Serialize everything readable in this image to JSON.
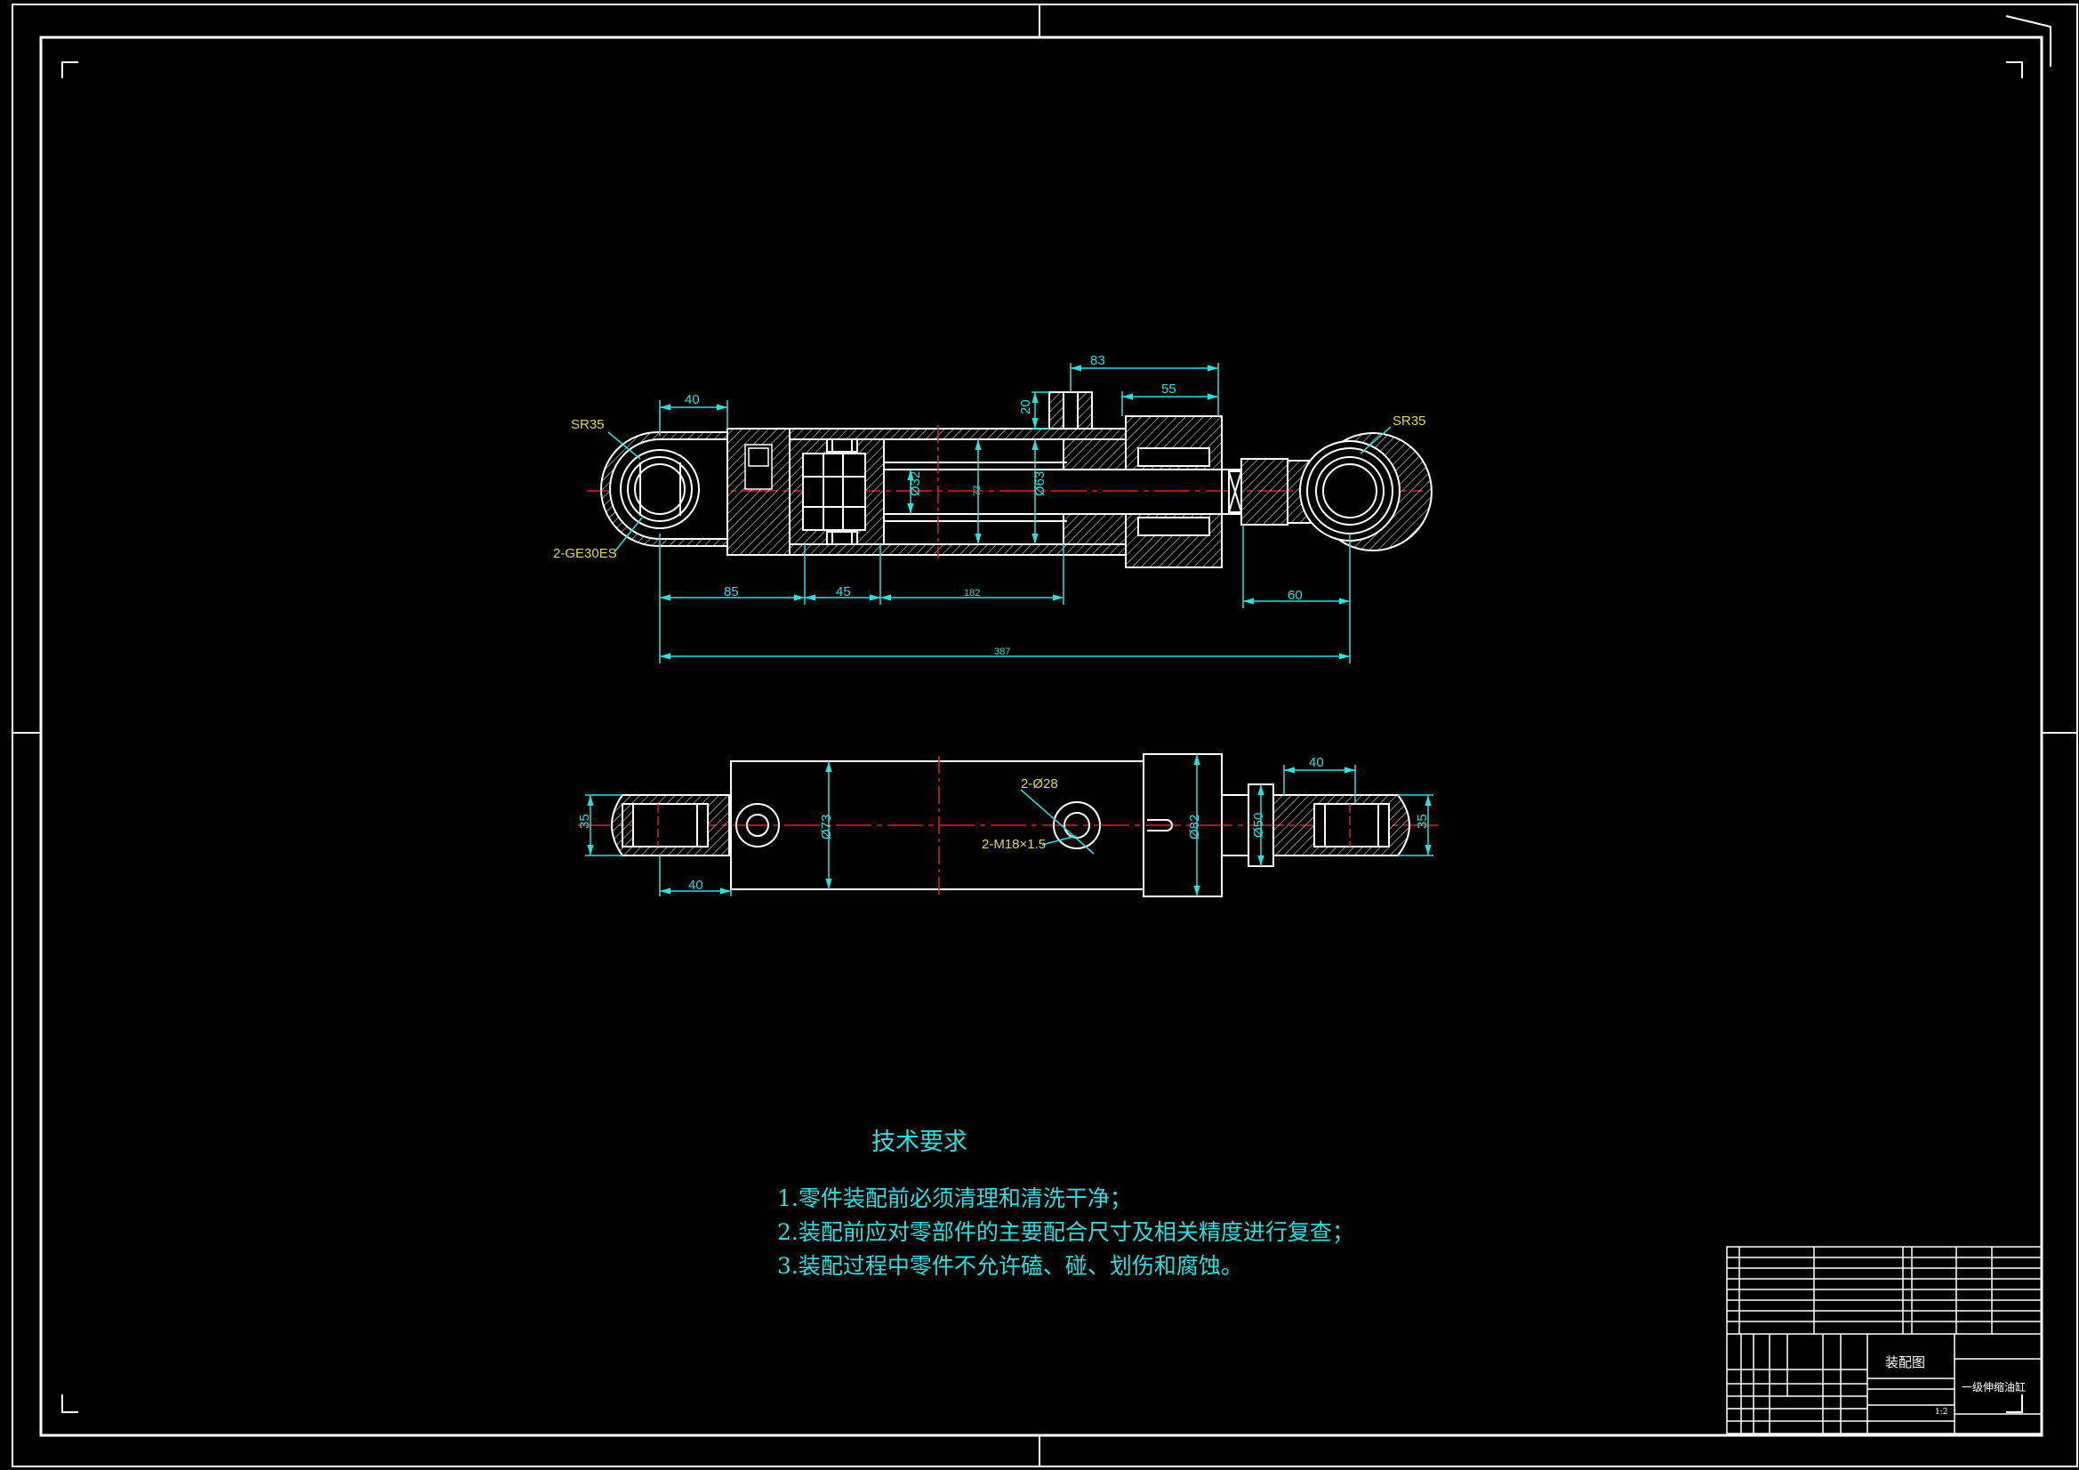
{
  "colors": {
    "background": "#000000",
    "line": "#ffffff",
    "dimension": "#21e3e3",
    "label": "#e0d84a",
    "centerline": "#e02020",
    "hatch": "#ffffff"
  },
  "front_view": {
    "dimensions": {
      "d_40_top": "40",
      "d_83": "83",
      "d_55": "55",
      "d_20": "20",
      "d_85": "85",
      "d_45": "45",
      "d_182": "182",
      "d_60": "60",
      "d_387": "387",
      "d_phi32": "Ø32",
      "d_73": "73",
      "d_phi63": "Ø63"
    },
    "labels": {
      "sr35_left": "SR35",
      "sr35_right": "SR35",
      "bearing": "2-GE30ES"
    }
  },
  "top_view": {
    "dimensions": {
      "d_35_left": "35",
      "d_40_left": "40",
      "d_phi73": "Ø73",
      "d_phi82": "Ø82",
      "d_phi50": "Ø50",
      "d_40_right": "40",
      "d_35_right": "35"
    },
    "labels": {
      "port_dia": "2-Ø28",
      "thread": "2-M18×1.5"
    }
  },
  "technical_requirements": {
    "title": "技术要求",
    "items": [
      "1.零件装配前必须清理和清洗干净；",
      "2.装配前应对零部件的主要配合尺寸及相关精度进行复查；",
      "3.装配过程中零件不允许磕、碰、划伤和腐蚀。"
    ]
  },
  "title_block": {
    "drawing_name": "装配图",
    "part_name": "一级伸缩油缸",
    "scale": "1:2"
  }
}
